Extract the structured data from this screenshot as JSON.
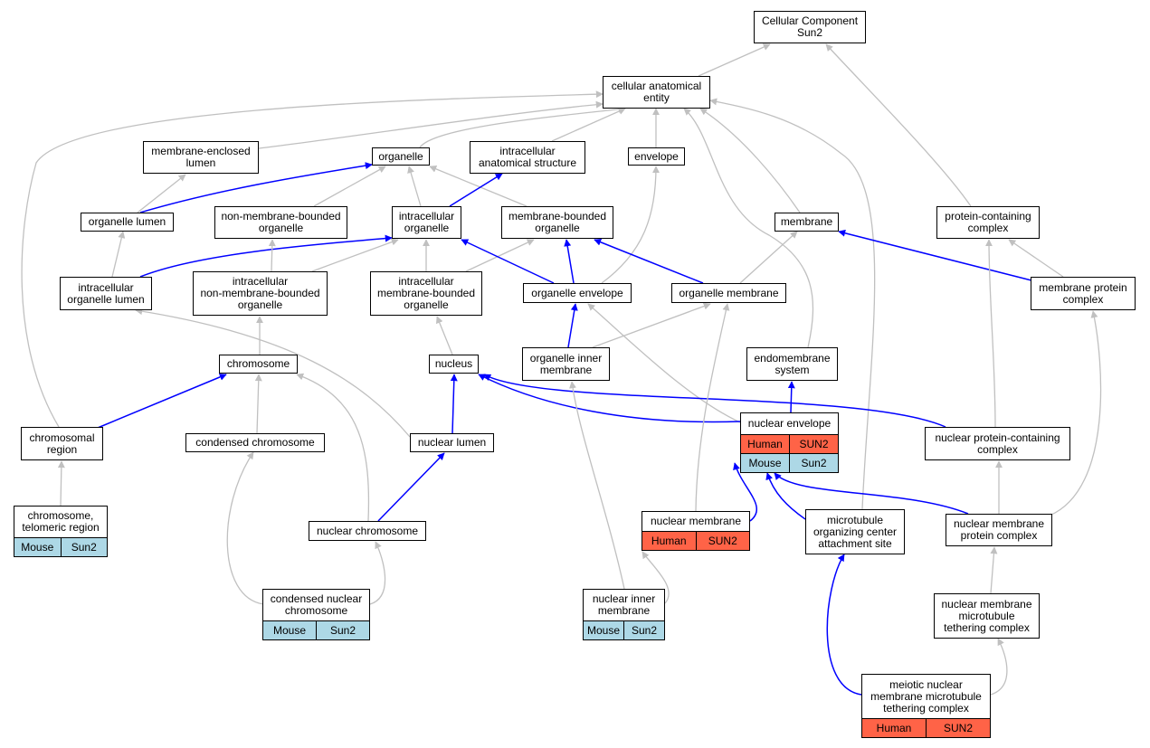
{
  "colors": {
    "is_a_edge": "#c0c0c0",
    "part_of_edge": "#0000ff",
    "human_row": "#ff6347",
    "mouse_row": "#add8e6"
  },
  "nodes": {
    "cellular_component": {
      "label": "Cellular Component\nSun2"
    },
    "cellular_anatomical_entity": {
      "label": "cellular anatomical\nentity"
    },
    "membrane_enclosed_lumen": {
      "label": "membrane-enclosed\nlumen"
    },
    "organelle": {
      "label": "organelle"
    },
    "intracellular_anatomical_structure": {
      "label": "intracellular\nanatomical structure"
    },
    "envelope": {
      "label": "envelope"
    },
    "organelle_lumen": {
      "label": "organelle lumen"
    },
    "non_membrane_bounded_organelle": {
      "label": "non-membrane-bounded\norganelle"
    },
    "intracellular_organelle": {
      "label": "intracellular\norganelle"
    },
    "membrane_bounded_organelle": {
      "label": "membrane-bounded\norganelle"
    },
    "membrane": {
      "label": "membrane"
    },
    "protein_containing_complex": {
      "label": "protein-containing\ncomplex"
    },
    "intracellular_organelle_lumen": {
      "label": "intracellular\norganelle lumen"
    },
    "intracellular_non_membrane_bounded_organelle": {
      "label": "intracellular\nnon-membrane-bounded\norganelle"
    },
    "intracellular_membrane_bounded_organelle": {
      "label": "intracellular\nmembrane-bounded\norganelle"
    },
    "organelle_envelope": {
      "label": "organelle envelope"
    },
    "organelle_membrane": {
      "label": "organelle membrane"
    },
    "membrane_protein_complex": {
      "label": "membrane protein\ncomplex"
    },
    "chromosome": {
      "label": "chromosome"
    },
    "nucleus": {
      "label": "nucleus"
    },
    "organelle_inner_membrane": {
      "label": "organelle inner\nmembrane"
    },
    "endomembrane_system": {
      "label": "endomembrane\nsystem"
    },
    "chromosomal_region": {
      "label": "chromosomal\nregion"
    },
    "condensed_chromosome": {
      "label": "condensed chromosome"
    },
    "nuclear_lumen": {
      "label": "nuclear lumen"
    },
    "nuclear_envelope": {
      "label": "nuclear envelope",
      "rows": [
        {
          "species": "Human",
          "gene": "SUN2"
        },
        {
          "species": "Mouse",
          "gene": "Sun2"
        }
      ]
    },
    "nuclear_protein_containing_complex": {
      "label": "nuclear protein-containing\ncomplex"
    },
    "chromosome_telomeric_region": {
      "label": "chromosome,\ntelomeric region",
      "rows": [
        {
          "species": "Mouse",
          "gene": "Sun2"
        }
      ]
    },
    "nuclear_chromosome": {
      "label": "nuclear chromosome"
    },
    "nuclear_membrane": {
      "label": "nuclear membrane",
      "rows": [
        {
          "species": "Human",
          "gene": "SUN2"
        }
      ]
    },
    "microtubule_organizing_center_attachment_site": {
      "label": "microtubule\norganizing center\nattachment site"
    },
    "nuclear_membrane_protein_complex": {
      "label": "nuclear membrane\nprotein complex"
    },
    "condensed_nuclear_chromosome": {
      "label": "condensed nuclear\nchromosome",
      "rows": [
        {
          "species": "Mouse",
          "gene": "Sun2"
        }
      ]
    },
    "nuclear_inner_membrane": {
      "label": "nuclear inner\nmembrane",
      "rows": [
        {
          "species": "Mouse",
          "gene": "Sun2"
        }
      ]
    },
    "nuclear_membrane_microtubule_tethering_complex": {
      "label": "nuclear membrane\nmicrotubule\ntethering complex"
    },
    "meiotic_nuclear_membrane_microtubule_tethering_complex": {
      "label": "meiotic nuclear\nmembrane microtubule\ntethering complex",
      "rows": [
        {
          "species": "Human",
          "gene": "SUN2"
        }
      ]
    }
  },
  "edges": [
    {
      "from": "cellular_anatomical_entity",
      "to": "cellular_component",
      "type": "is_a"
    },
    {
      "from": "protein_containing_complex",
      "to": "cellular_component",
      "type": "is_a"
    },
    {
      "from": "membrane_enclosed_lumen",
      "to": "cellular_anatomical_entity",
      "type": "is_a"
    },
    {
      "from": "organelle",
      "to": "cellular_anatomical_entity",
      "type": "is_a"
    },
    {
      "from": "intracellular_anatomical_structure",
      "to": "cellular_anatomical_entity",
      "type": "is_a"
    },
    {
      "from": "envelope",
      "to": "cellular_anatomical_entity",
      "type": "is_a"
    },
    {
      "from": "membrane",
      "to": "cellular_anatomical_entity",
      "type": "is_a"
    },
    {
      "from": "chromosomal_region",
      "to": "cellular_anatomical_entity",
      "type": "is_a"
    },
    {
      "from": "endomembrane_system",
      "to": "cellular_anatomical_entity",
      "type": "is_a"
    },
    {
      "from": "microtubule_organizing_center_attachment_site",
      "to": "cellular_anatomical_entity",
      "type": "is_a"
    },
    {
      "from": "organelle_lumen",
      "to": "membrane_enclosed_lumen",
      "type": "is_a"
    },
    {
      "from": "organelle_lumen",
      "to": "organelle",
      "type": "part_of"
    },
    {
      "from": "non_membrane_bounded_organelle",
      "to": "organelle",
      "type": "is_a"
    },
    {
      "from": "intracellular_organelle",
      "to": "organelle",
      "type": "is_a"
    },
    {
      "from": "membrane_bounded_organelle",
      "to": "organelle",
      "type": "is_a"
    },
    {
      "from": "intracellular_organelle",
      "to": "intracellular_anatomical_structure",
      "type": "part_of"
    },
    {
      "from": "organelle_envelope",
      "to": "envelope",
      "type": "is_a"
    },
    {
      "from": "intracellular_organelle_lumen",
      "to": "organelle_lumen",
      "type": "is_a"
    },
    {
      "from": "intracellular_organelle_lumen",
      "to": "intracellular_organelle",
      "type": "part_of"
    },
    {
      "from": "intracellular_non_membrane_bounded_organelle",
      "to": "non_membrane_bounded_organelle",
      "type": "is_a"
    },
    {
      "from": "intracellular_non_membrane_bounded_organelle",
      "to": "intracellular_organelle",
      "type": "is_a"
    },
    {
      "from": "intracellular_membrane_bounded_organelle",
      "to": "intracellular_organelle",
      "type": "is_a"
    },
    {
      "from": "intracellular_membrane_bounded_organelle",
      "to": "membrane_bounded_organelle",
      "type": "is_a"
    },
    {
      "from": "organelle_envelope",
      "to": "intracellular_organelle",
      "type": "part_of"
    },
    {
      "from": "organelle_envelope",
      "to": "membrane_bounded_organelle",
      "type": "part_of"
    },
    {
      "from": "organelle_membrane",
      "to": "membrane_bounded_organelle",
      "type": "part_of"
    },
    {
      "from": "organelle_membrane",
      "to": "membrane",
      "type": "is_a"
    },
    {
      "from": "membrane_protein_complex",
      "to": "membrane",
      "type": "part_of"
    },
    {
      "from": "membrane_protein_complex",
      "to": "protein_containing_complex",
      "type": "is_a"
    },
    {
      "from": "chromosome",
      "to": "intracellular_non_membrane_bounded_organelle",
      "type": "is_a"
    },
    {
      "from": "nucleus",
      "to": "intracellular_membrane_bounded_organelle",
      "type": "is_a"
    },
    {
      "from": "organelle_inner_membrane",
      "to": "organelle_envelope",
      "type": "part_of"
    },
    {
      "from": "organelle_inner_membrane",
      "to": "organelle_membrane",
      "type": "is_a"
    },
    {
      "from": "nuclear_envelope",
      "to": "organelle_envelope",
      "type": "is_a"
    },
    {
      "from": "nuclear_envelope",
      "to": "endomembrane_system",
      "type": "part_of"
    },
    {
      "from": "nuclear_envelope",
      "to": "nucleus",
      "type": "part_of"
    },
    {
      "from": "chromosomal_region",
      "to": "chromosome",
      "type": "part_of"
    },
    {
      "from": "condensed_chromosome",
      "to": "chromosome",
      "type": "is_a"
    },
    {
      "from": "nuclear_chromosome",
      "to": "chromosome",
      "type": "is_a"
    },
    {
      "from": "nuclear_lumen",
      "to": "nucleus",
      "type": "part_of"
    },
    {
      "from": "nuclear_lumen",
      "to": "intracellular_organelle_lumen",
      "type": "is_a"
    },
    {
      "from": "nuclear_protein_containing_complex",
      "to": "nucleus",
      "type": "part_of"
    },
    {
      "from": "nuclear_protein_containing_complex",
      "to": "protein_containing_complex",
      "type": "is_a"
    },
    {
      "from": "nuclear_chromosome",
      "to": "nuclear_lumen",
      "type": "part_of"
    },
    {
      "from": "chromosome_telomeric_region",
      "to": "chromosomal_region",
      "type": "is_a"
    },
    {
      "from": "condensed_nuclear_chromosome",
      "to": "condensed_chromosome",
      "type": "is_a"
    },
    {
      "from": "condensed_nuclear_chromosome",
      "to": "nuclear_chromosome",
      "type": "is_a"
    },
    {
      "from": "nuclear_membrane",
      "to": "nuclear_envelope",
      "type": "part_of"
    },
    {
      "from": "nuclear_membrane",
      "to": "organelle_membrane",
      "type": "is_a"
    },
    {
      "from": "microtubule_organizing_center_attachment_site",
      "to": "nuclear_envelope",
      "type": "part_of"
    },
    {
      "from": "nuclear_membrane_protein_complex",
      "to": "nuclear_envelope",
      "type": "part_of"
    },
    {
      "from": "nuclear_membrane_protein_complex",
      "to": "nuclear_protein_containing_complex",
      "type": "is_a"
    },
    {
      "from": "nuclear_membrane_protein_complex",
      "to": "membrane_protein_complex",
      "type": "is_a"
    },
    {
      "from": "nuclear_inner_membrane",
      "to": "organelle_inner_membrane",
      "type": "is_a"
    },
    {
      "from": "nuclear_inner_membrane",
      "to": "nuclear_membrane",
      "type": "is_a"
    },
    {
      "from": "nuclear_membrane_microtubule_tethering_complex",
      "to": "nuclear_membrane_protein_complex",
      "type": "is_a"
    },
    {
      "from": "meiotic_nuclear_membrane_microtubule_tethering_complex",
      "to": "microtubule_organizing_center_attachment_site",
      "type": "part_of"
    },
    {
      "from": "meiotic_nuclear_membrane_microtubule_tethering_complex",
      "to": "nuclear_membrane_microtubule_tethering_complex",
      "type": "is_a"
    }
  ]
}
